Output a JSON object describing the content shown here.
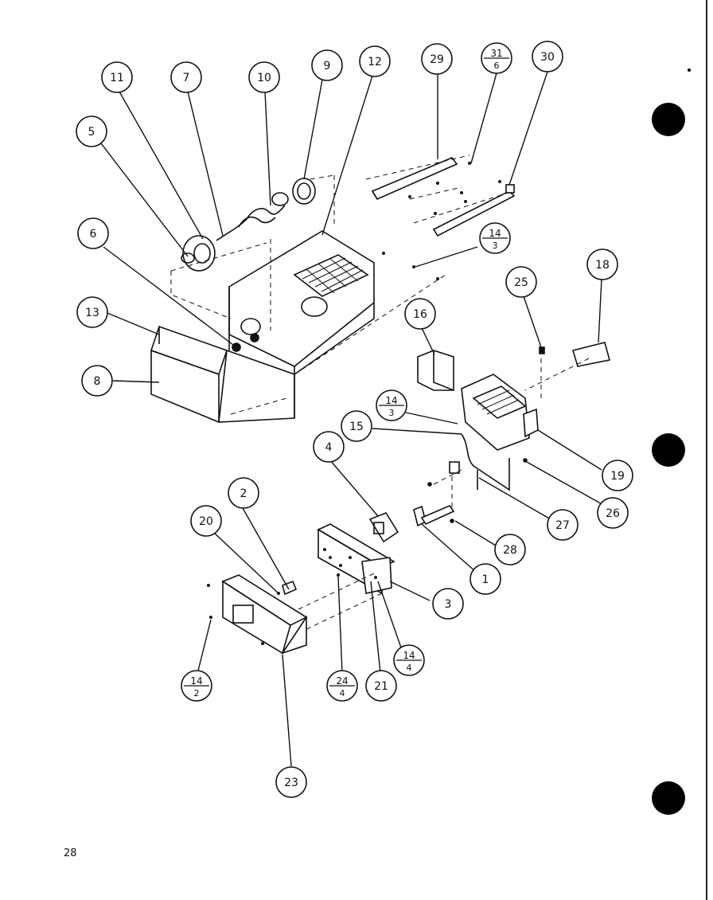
{
  "page_number": "28",
  "callouts": [
    {
      "id": "c5",
      "label": "5"
    },
    {
      "id": "c11",
      "label": "11"
    },
    {
      "id": "c7",
      "label": "7"
    },
    {
      "id": "c10",
      "label": "10"
    },
    {
      "id": "c9",
      "label": "9"
    },
    {
      "id": "c12",
      "label": "12"
    },
    {
      "id": "c29",
      "label": "29"
    },
    {
      "id": "c31-6",
      "label": "31",
      "sub": "6"
    },
    {
      "id": "c30",
      "label": "30"
    },
    {
      "id": "c6",
      "label": "6"
    },
    {
      "id": "c14-3a",
      "label": "14",
      "sub": "3"
    },
    {
      "id": "c25",
      "label": "25"
    },
    {
      "id": "c18",
      "label": "18"
    },
    {
      "id": "c13",
      "label": "13"
    },
    {
      "id": "c16",
      "label": "16"
    },
    {
      "id": "c8",
      "label": "8"
    },
    {
      "id": "c14-3b",
      "label": "14",
      "sub": "3"
    },
    {
      "id": "c15",
      "label": "15"
    },
    {
      "id": "c4",
      "label": "4"
    },
    {
      "id": "c19",
      "label": "19"
    },
    {
      "id": "c26",
      "label": "26"
    },
    {
      "id": "c27",
      "label": "27"
    },
    {
      "id": "c2",
      "label": "2"
    },
    {
      "id": "c20",
      "label": "20"
    },
    {
      "id": "c28",
      "label": "28"
    },
    {
      "id": "c1",
      "label": "1"
    },
    {
      "id": "c3",
      "label": "3"
    },
    {
      "id": "c14-4",
      "label": "14",
      "sub": "4"
    },
    {
      "id": "c14-2",
      "label": "14",
      "sub": "2"
    },
    {
      "id": "c24-4",
      "label": "24",
      "sub": "4"
    },
    {
      "id": "c21",
      "label": "21"
    },
    {
      "id": "c23",
      "label": "23"
    }
  ]
}
